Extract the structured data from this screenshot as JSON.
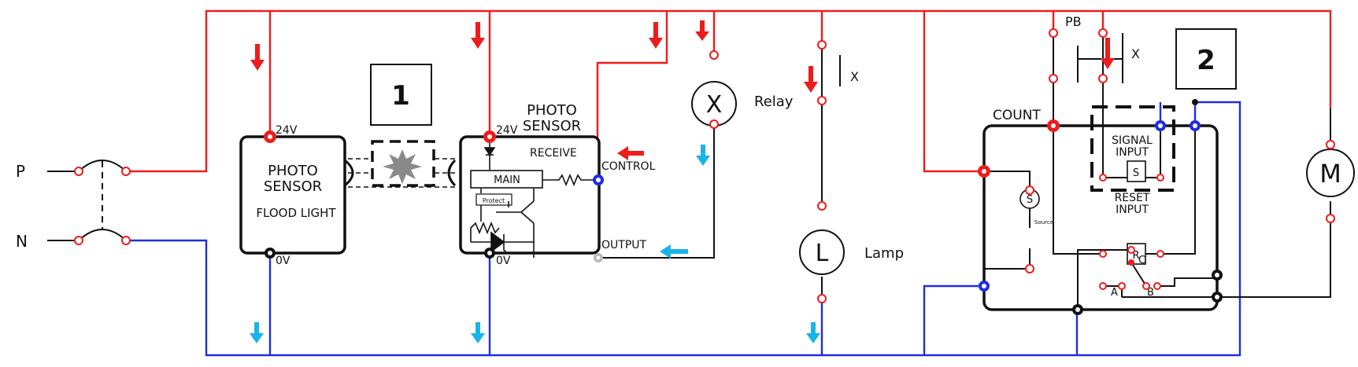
{
  "colors": {
    "supply": "#ee1c1c",
    "neutral": "#1f2ee0",
    "box": "#111111",
    "signal_arrow": "#19b3ea",
    "node_gray": "#b8b8b8",
    "beam_star": "#8a8a8a"
  },
  "supply": {
    "p_label": "P",
    "n_label": "N"
  },
  "flood": {
    "title1": "PHOTO",
    "title2": "SENSOR",
    "subtitle": "FLOOD LIGHT",
    "v24": "24V",
    "v0": "0V"
  },
  "callouts": {
    "one": "1",
    "two": "2"
  },
  "receiver": {
    "title1": "PHOTO",
    "title2": "SENSOR",
    "receive": "RECEIVE",
    "main": "MAIN",
    "protect": "Protect",
    "control": "CONTROL",
    "output": "OUTPUT",
    "v24": "24V",
    "v0": "0V"
  },
  "relay": {
    "coil_symbol": "X",
    "label": "Relay",
    "contact_label": "X"
  },
  "lamp": {
    "symbol": "L",
    "label": "Lamp"
  },
  "pushbutton": {
    "pb_label": "PB",
    "contact_label": "X"
  },
  "counter": {
    "title": "COUNT",
    "signal1": "SIGNAL",
    "signal2": "INPUT",
    "s_box": "S",
    "reset1": "RESET",
    "reset2": "INPUT",
    "r_box": "R",
    "source_symbol": "S",
    "source_label": "Source",
    "contact_c": "C",
    "contact_a": "A",
    "contact_b": "B"
  },
  "motor": {
    "symbol": "M"
  }
}
